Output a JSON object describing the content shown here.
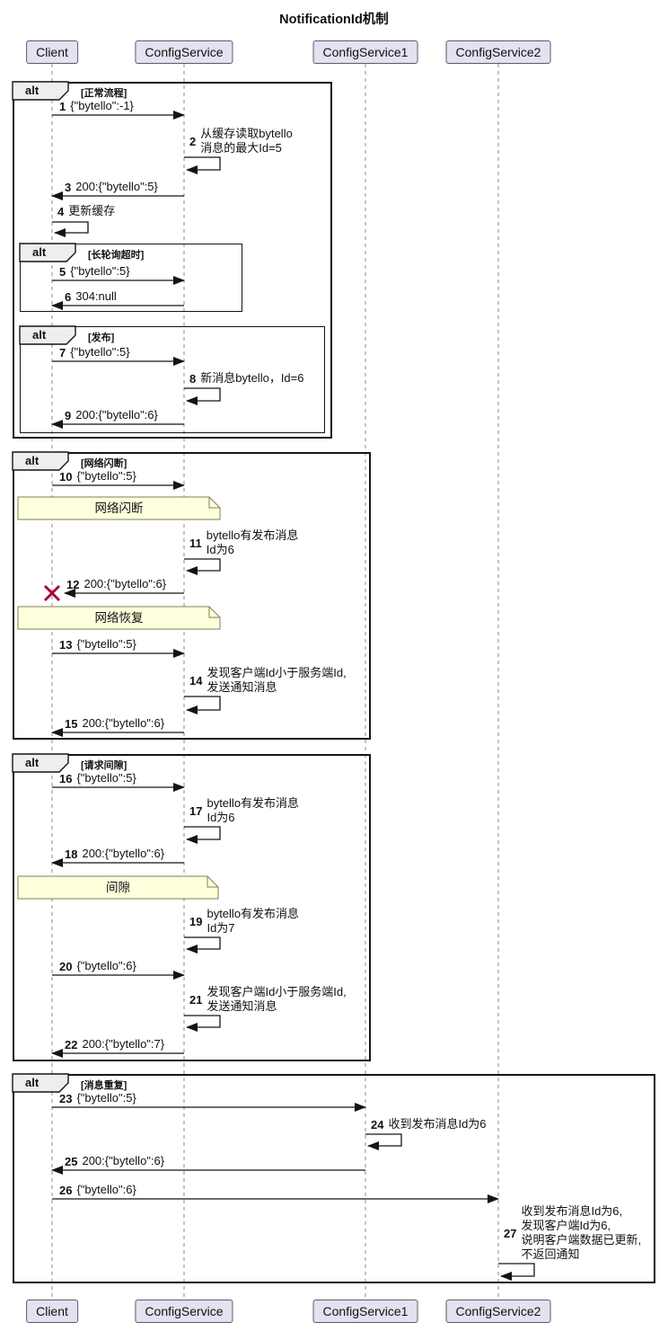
{
  "title": "NotificationId机制",
  "participants": [
    {
      "name": "Client"
    },
    {
      "name": "ConfigService"
    },
    {
      "name": "ConfigService1"
    },
    {
      "name": "ConfigService2"
    }
  ],
  "frames": [
    {
      "operator": "alt",
      "condition": "[正常流程]"
    },
    {
      "operator": "alt",
      "condition": "[长轮询超时]"
    },
    {
      "operator": "alt",
      "condition": "[发布]"
    },
    {
      "operator": "alt",
      "condition": "[网络闪断]"
    },
    {
      "operator": "alt",
      "condition": "[请求间隙]"
    },
    {
      "operator": "alt",
      "condition": "[消息重复]"
    }
  ],
  "notes": [
    {
      "text": "网络闪断"
    },
    {
      "text": "网络恢复"
    },
    {
      "text": "间隙"
    }
  ],
  "colors": {
    "participant_fill": "#E2E2F0",
    "note_fill": "#FEFFDD",
    "lost_marker": "#A80036"
  },
  "messages": [
    {
      "seq": "1",
      "text": "{\"bytello\":-1}",
      "from": "Client",
      "to": "ConfigService"
    },
    {
      "seq": "2",
      "text": "从缓存读取bytello\n消息的最大Id=5",
      "from": "ConfigService",
      "to": "ConfigService"
    },
    {
      "seq": "3",
      "text": "200:{\"bytello\":5}",
      "from": "ConfigService",
      "to": "Client"
    },
    {
      "seq": "4",
      "text": "更新缓存",
      "from": "Client",
      "to": "Client"
    },
    {
      "seq": "5",
      "text": "{\"bytello\":5}",
      "from": "Client",
      "to": "ConfigService"
    },
    {
      "seq": "6",
      "text": "304:null",
      "from": "ConfigService",
      "to": "Client"
    },
    {
      "seq": "7",
      "text": "{\"bytello\":5}",
      "from": "Client",
      "to": "ConfigService"
    },
    {
      "seq": "8",
      "text": "新消息bytello，Id=6",
      "from": "ConfigService",
      "to": "ConfigService"
    },
    {
      "seq": "9",
      "text": "200:{\"bytello\":6}",
      "from": "ConfigService",
      "to": "Client"
    },
    {
      "seq": "10",
      "text": "{\"bytello\":5}",
      "from": "Client",
      "to": "ConfigService"
    },
    {
      "seq": "11",
      "text": "bytello有发布消息\nId为6",
      "from": "ConfigService",
      "to": "ConfigService"
    },
    {
      "seq": "12",
      "text": "200:{\"bytello\":6}",
      "from": "ConfigService",
      "to": "Client",
      "lost": true
    },
    {
      "seq": "13",
      "text": "{\"bytello\":5}",
      "from": "Client",
      "to": "ConfigService"
    },
    {
      "seq": "14",
      "text": "发现客户端Id小于服务端Id,\n发送通知消息",
      "from": "ConfigService",
      "to": "ConfigService"
    },
    {
      "seq": "15",
      "text": "200:{\"bytello\":6}",
      "from": "ConfigService",
      "to": "Client"
    },
    {
      "seq": "16",
      "text": "{\"bytello\":5}",
      "from": "Client",
      "to": "ConfigService"
    },
    {
      "seq": "17",
      "text": "bytello有发布消息\nId为6",
      "from": "ConfigService",
      "to": "ConfigService"
    },
    {
      "seq": "18",
      "text": "200:{\"bytello\":6}",
      "from": "ConfigService",
      "to": "Client"
    },
    {
      "seq": "19",
      "text": "bytello有发布消息\nId为7",
      "from": "ConfigService",
      "to": "ConfigService"
    },
    {
      "seq": "20",
      "text": "{\"bytello\":6}",
      "from": "Client",
      "to": "ConfigService"
    },
    {
      "seq": "21",
      "text": "发现客户端Id小于服务端Id,\n发送通知消息",
      "from": "ConfigService",
      "to": "ConfigService"
    },
    {
      "seq": "22",
      "text": "200:{\"bytello\":7}",
      "from": "ConfigService",
      "to": "Client"
    },
    {
      "seq": "23",
      "text": "{\"bytello\":5}",
      "from": "Client",
      "to": "ConfigService1"
    },
    {
      "seq": "24",
      "text": "收到发布消息Id为6",
      "from": "ConfigService1",
      "to": "ConfigService1"
    },
    {
      "seq": "25",
      "text": "200:{\"bytello\":6}",
      "from": "ConfigService1",
      "to": "Client"
    },
    {
      "seq": "26",
      "text": "{\"bytello\":6}",
      "from": "Client",
      "to": "ConfigService2"
    },
    {
      "seq": "27",
      "text": "收到发布消息Id为6,\n发现客户端Id为6,\n说明客户端数据已更新,\n不返回通知",
      "from": "ConfigService2",
      "to": "ConfigService2"
    }
  ]
}
